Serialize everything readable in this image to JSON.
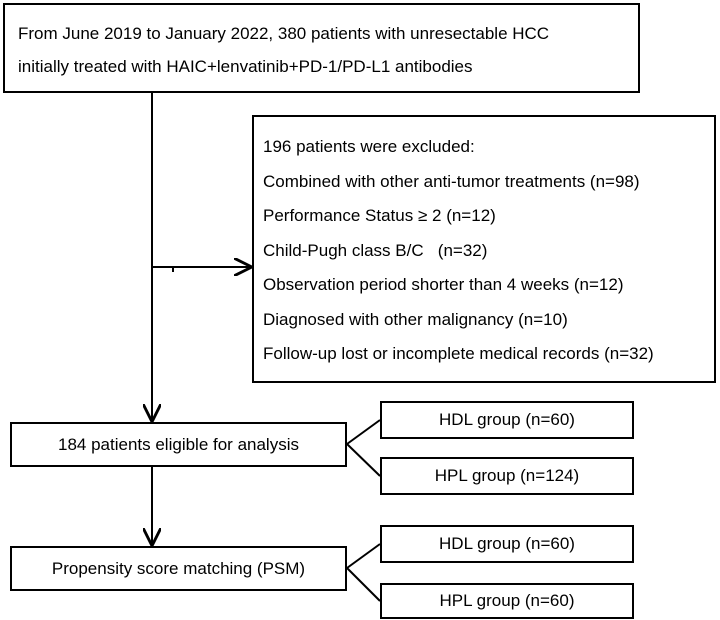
{
  "top_box": {
    "line1": "From June 2019 to January 2022, 380 patients with unresectable HCC",
    "line2": "initially treated with HAIC+lenvatinib+PD-1/PD-L1 antibodies"
  },
  "exclusion_box": {
    "title": "196 patients were excluded:",
    "items": [
      "Combined with other anti-tumor treatments (n=98)",
      "Performance Status ≥ 2 (n=12)",
      "Child-Pugh class B/C   (n=32)",
      "Observation period shorter than 4 weeks (n=12)",
      "Diagnosed with other malignancy (n=10)",
      "Follow-up lost or incomplete medical records (n=32)"
    ]
  },
  "eligible_box": {
    "label": "184 patients eligible for analysis"
  },
  "psm_box": {
    "label": "Propensity score matching (PSM)"
  },
  "groups_before": {
    "hdl": "HDL group (n=60)",
    "hpl": "HPL group (n=124)"
  },
  "groups_after": {
    "hdl": "HDL group (n=60)",
    "hpl": "HPL group (n=60)"
  }
}
